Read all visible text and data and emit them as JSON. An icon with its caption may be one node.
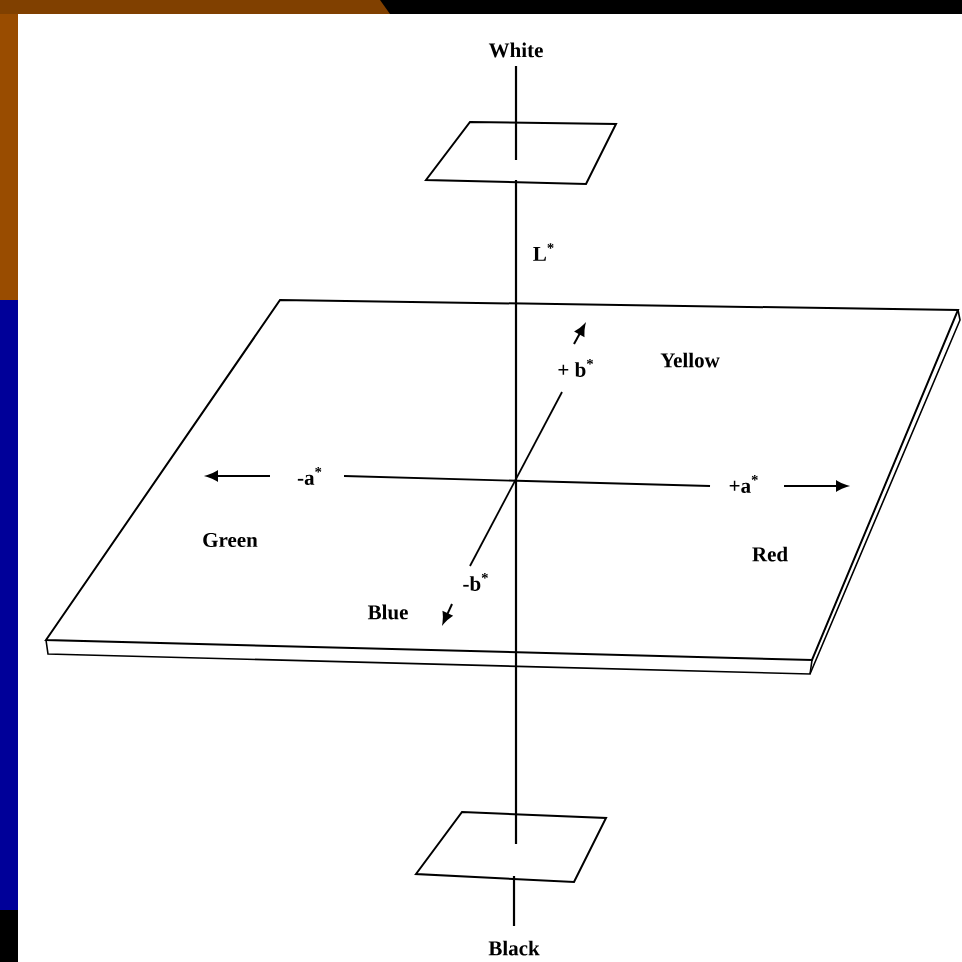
{
  "diagram": {
    "labels": [
      "White",
      "L$^{*}$",
      "Yellow",
      "+ b$^{*}$",
      "-a$^{*}$",
      "+a$^{*}$",
      "Green",
      "Red",
      "-b$^{*}$",
      "Blue",
      "Black"
    ]
  }
}
